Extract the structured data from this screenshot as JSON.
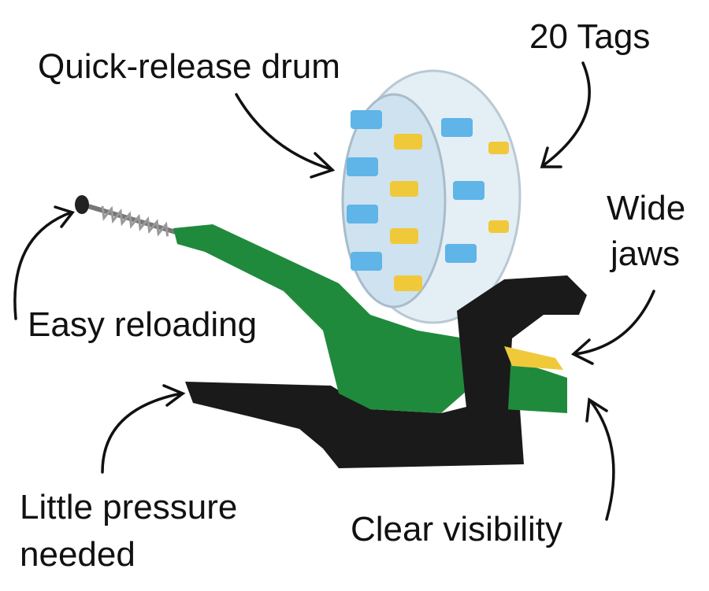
{
  "labels": {
    "drum": "Quick-release drum",
    "tags": "20 Tags",
    "jaws_line1": "Wide",
    "jaws_line2": "jaws",
    "reloading": "Easy reloading",
    "pressure_line1": "Little pressure",
    "pressure_line2": "needed",
    "visibility": "Clear visibility"
  },
  "colors": {
    "body_green": "#1f8a3c",
    "base_black": "#1a1a1a",
    "tag_blue": "#5fb4e8",
    "tag_yellow": "#f0c93a"
  }
}
